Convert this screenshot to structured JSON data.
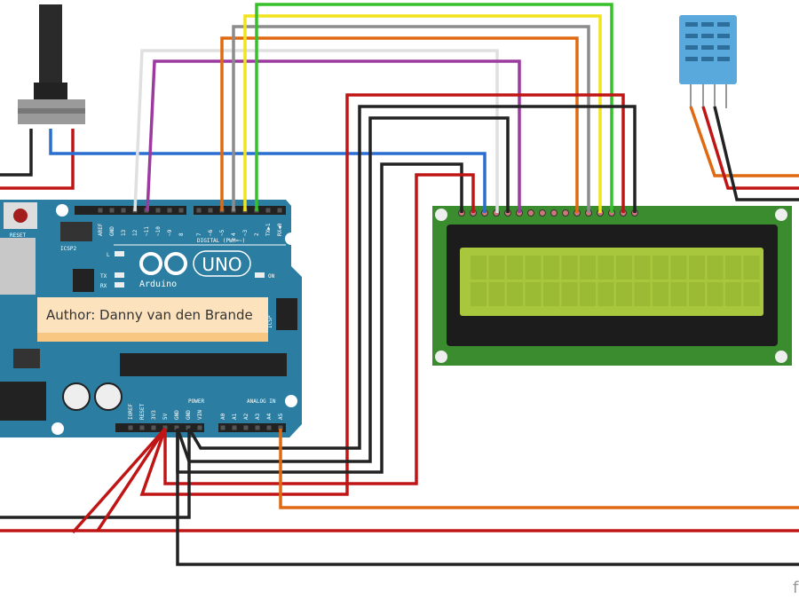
{
  "arduino": {
    "reset_label": "RESET",
    "icsp2_label": "ICSP2",
    "icsp_label": "ICSP",
    "digital_label": "DIGITAL (PWM=~)",
    "l_label": "L",
    "tx_label": "TX",
    "rx_label": "RX",
    "on_label": "ON",
    "brand": "Arduino",
    "model": "UNO",
    "power_label": "POWER",
    "analog_label": "ANALOG IN",
    "digital_pins": [
      "AREF",
      "GND",
      "13",
      "12",
      "~11",
      "~10",
      "~9",
      "8",
      "7",
      "~6",
      "~5",
      "4",
      "~3",
      "2",
      "TX▶1",
      "RX◀0"
    ],
    "power_pins": [
      "IOREF",
      "RESET",
      "3V3",
      "5V",
      "GND",
      "GND",
      "VIN"
    ],
    "analog_pins": [
      "A0",
      "A1",
      "A2",
      "A3",
      "A4",
      "A5"
    ]
  },
  "note": {
    "text": "Author: Danny van den Brande"
  },
  "watermark": {
    "text": "f"
  },
  "colors": {
    "board": "#2b7ea1",
    "lcd_board": "#3b8c2f",
    "lcd_screen": "#a9c73c",
    "dht": "#5aa9dc",
    "note": "#fde3bd",
    "wire_red": "#c01515",
    "wire_black": "#222222",
    "wire_blue": "#2a6fd0",
    "wire_white": "#e8e8e8",
    "wire_purple": "#9c3aa0",
    "wire_orange": "#e06a12",
    "wire_gray": "#8c8c8c",
    "wire_yellow": "#f2e41c",
    "wire_green": "#36c02a"
  }
}
